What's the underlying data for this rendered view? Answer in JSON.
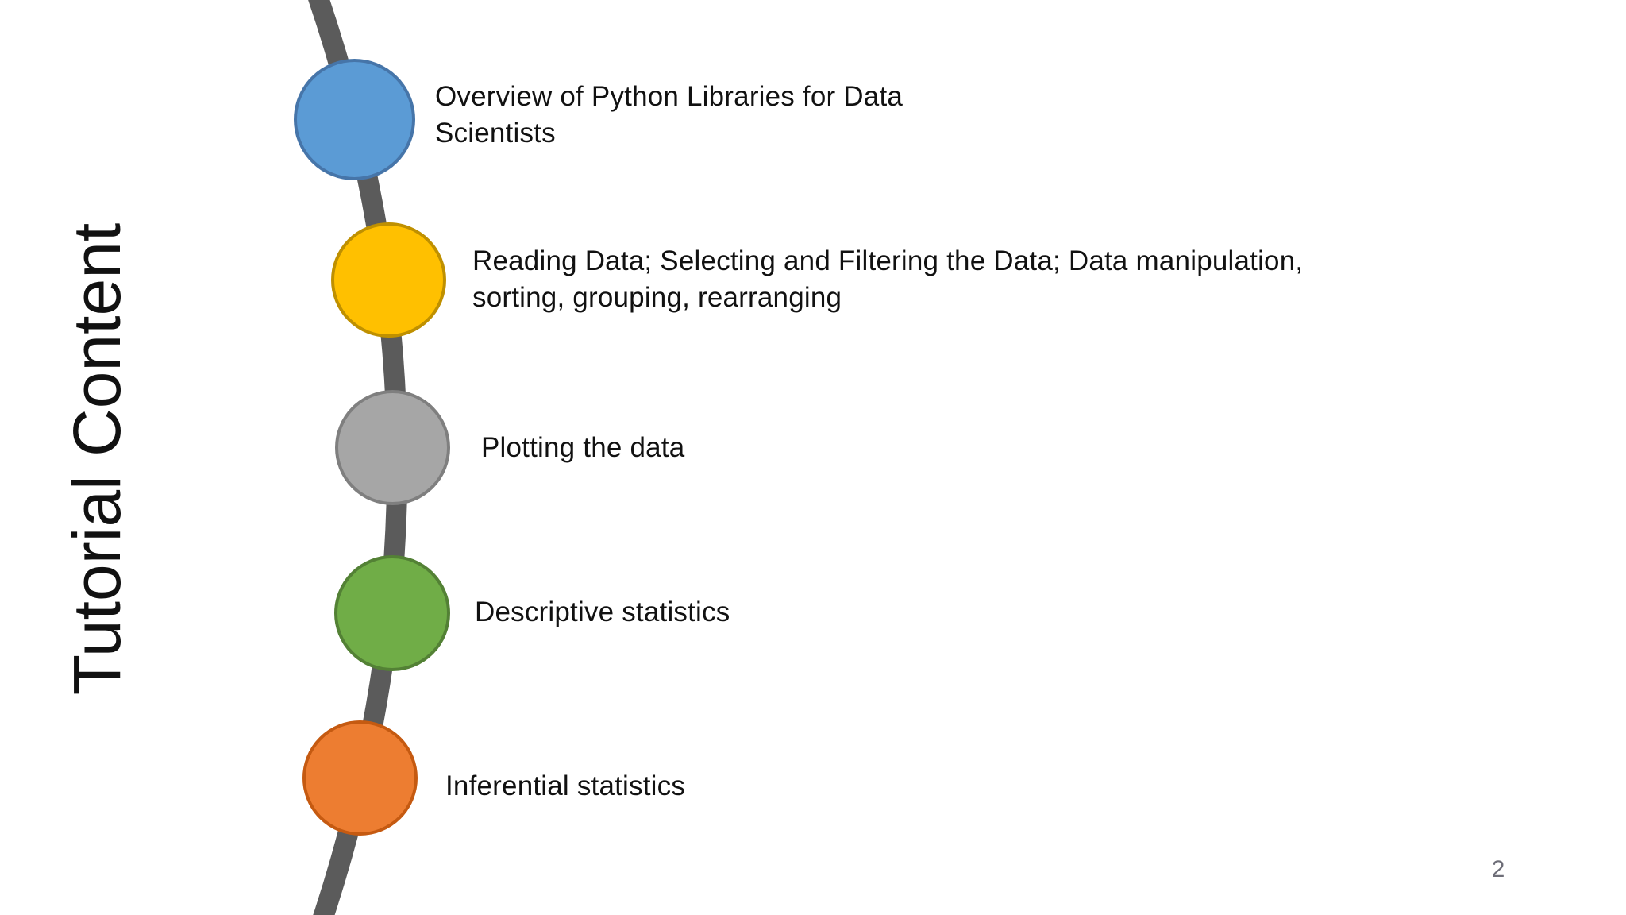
{
  "slide": {
    "title": "Tutorial Content",
    "page_number": "2",
    "line_color": "#5B5B5B",
    "text_color": "#111111",
    "items": [
      {
        "id": "overview",
        "label": "Overview of Python Libraries for Data Scientists",
        "fill": "#5B9BD5",
        "border": "#4675A9"
      },
      {
        "id": "reading-data",
        "label": "Reading Data; Selecting and Filtering the Data; Data manipulation, sorting, grouping, rearranging",
        "fill": "#FFC000",
        "border": "#BF9000"
      },
      {
        "id": "plotting",
        "label": "Plotting the data",
        "fill": "#A6A6A6",
        "border": "#7F7F7F"
      },
      {
        "id": "descriptive-statistics",
        "label": "Descriptive statistics",
        "fill": "#70AD47",
        "border": "#538135"
      },
      {
        "id": "inferential-statistics",
        "label": "Inferential statistics",
        "fill": "#ED7D31",
        "border": "#C55A11"
      }
    ]
  }
}
